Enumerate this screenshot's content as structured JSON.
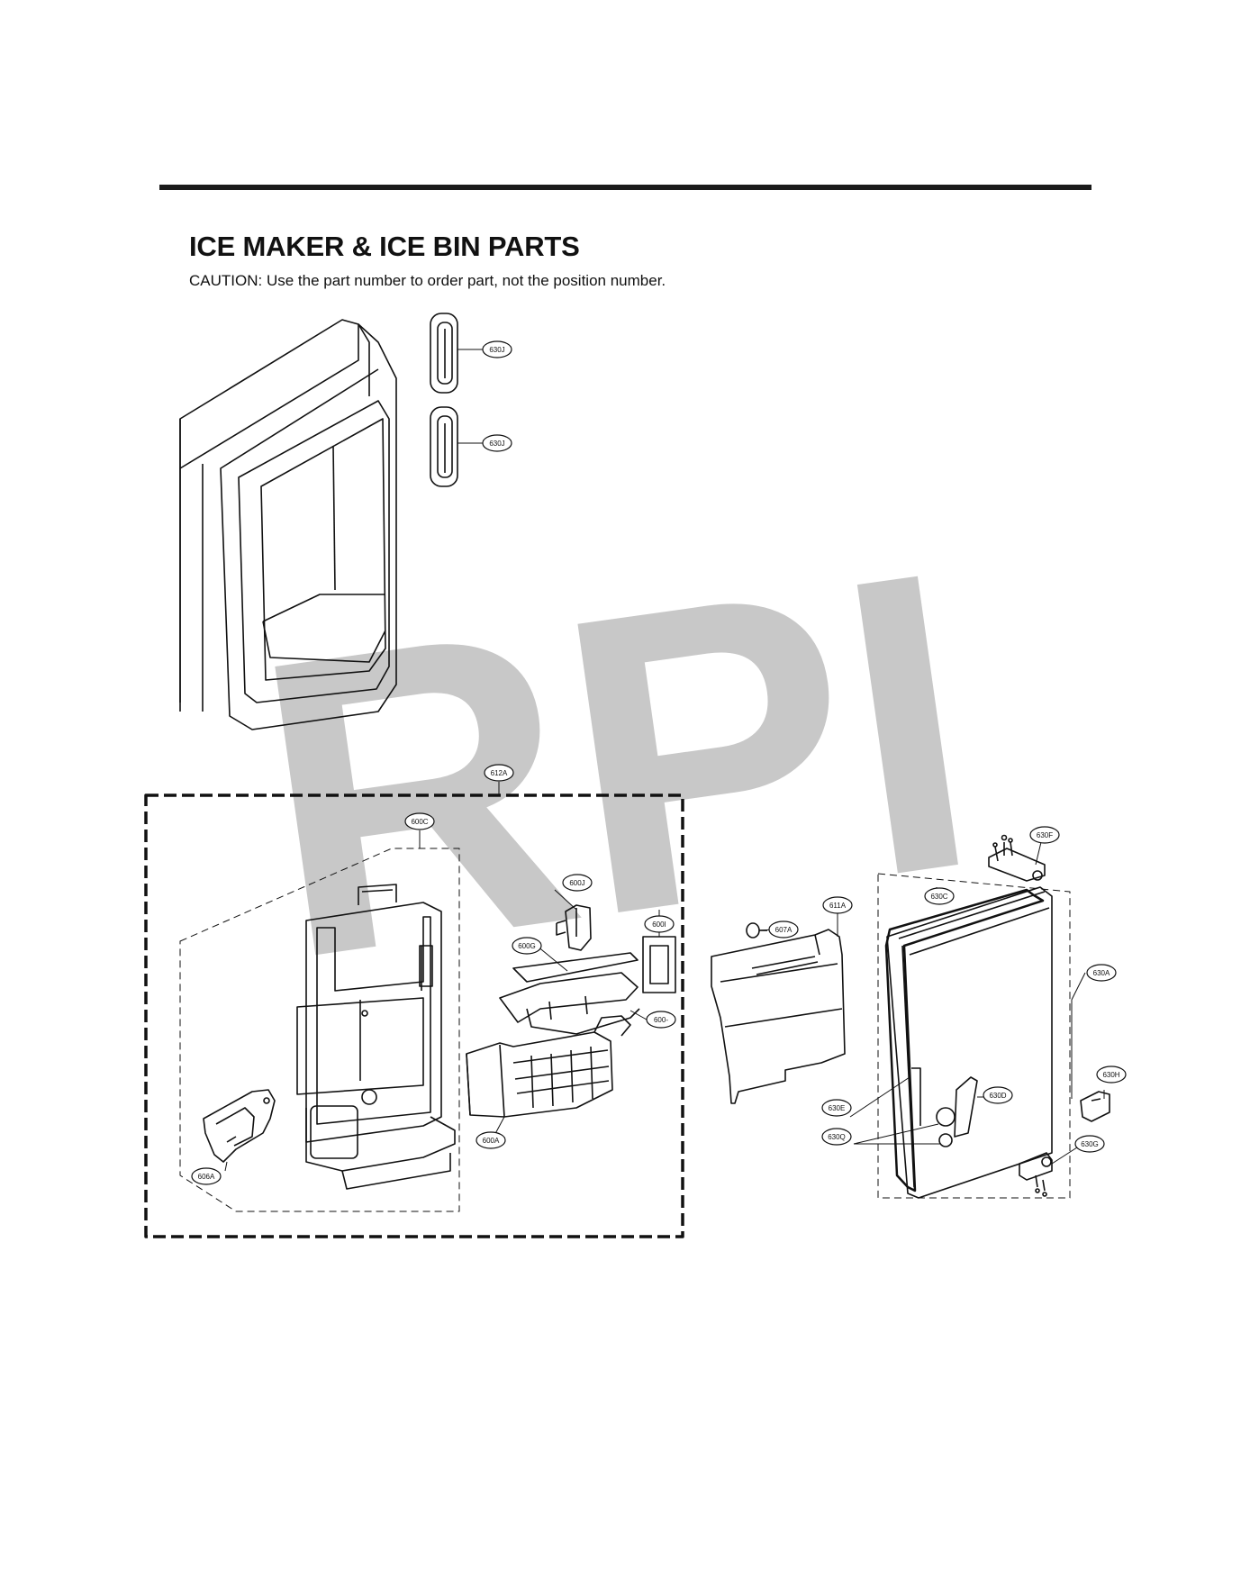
{
  "header": {
    "title": "ICE MAKER & ICE BIN PARTS",
    "caution": "CAUTION: Use the part number to order part, not the position number."
  },
  "watermark": "RPI",
  "callouts": {
    "c630J_top": "630J",
    "c630J_bottom": "630J",
    "c612A": "612A",
    "c600C": "600C",
    "c600J": "600J",
    "c600I": "600I",
    "c600G": "600G",
    "c600X": "600-",
    "c600A": "600A",
    "c606A": "606A",
    "c607A": "607A",
    "c611A": "611A",
    "c630F": "630F",
    "c630C": "630C",
    "c630A": "630A",
    "c630D": "630D",
    "c630E": "630E",
    "c630Q": "630Q",
    "c630H": "630H",
    "c630G": "630G"
  }
}
